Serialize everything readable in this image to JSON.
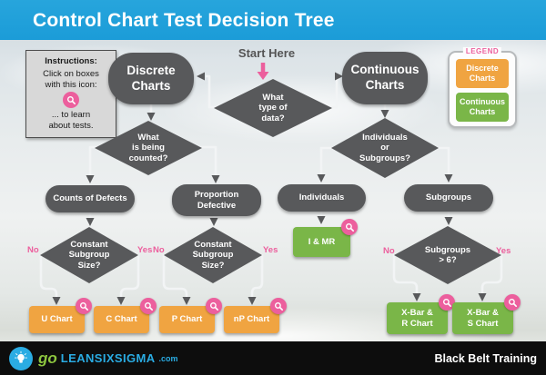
{
  "title": "Control Chart Test Decision Tree",
  "colors": {
    "blue": "#1b9cd8",
    "gray": "#58595b",
    "orange": "#f0a441",
    "green": "#7ab648",
    "pink": "#ec5f9d",
    "logo_blue": "#2aace3",
    "logo_green": "#8dc63f"
  },
  "instructions": {
    "heading": "Instructions:",
    "body1": "Click on boxes\nwith this icon:",
    "body2": "... to learn\nabout tests."
  },
  "start_here": "Start Here",
  "legend": {
    "title": "LEGEND",
    "discrete": "Discrete\nCharts",
    "continuous": "Continuous\nCharts"
  },
  "nodes": {
    "discrete": "Discrete\nCharts",
    "continuous": "Continuous\nCharts",
    "what_type": "What\ntype of\ndata?",
    "what_counted": "What\nis being\ncounted?",
    "ind_or_sub": "Individuals\nor\nSubgroups?",
    "counts_defects": "Counts of Defects",
    "prop_defective": "Proportion\nDefective",
    "individuals": "Individuals",
    "subgroups": "Subgroups",
    "constant_size_1": "Constant\nSubgroup\nSize?",
    "constant_size_2": "Constant\nSubgroup\nSize?",
    "subgroups_gt6": "Subgroups\n> 6?",
    "i_mr": "I & MR",
    "u_chart": "U Chart",
    "c_chart": "C Chart",
    "p_chart": "P Chart",
    "np_chart": "nP Chart",
    "xbar_r": "X-Bar &\nR Chart",
    "xbar_s": "X-Bar &\nS Chart"
  },
  "labels": {
    "no": "No",
    "yes": "Yes"
  },
  "footer": {
    "go": "go",
    "brand": "LEANSIXSIGMA",
    "tld": ".com",
    "right": "Black Belt Training"
  }
}
